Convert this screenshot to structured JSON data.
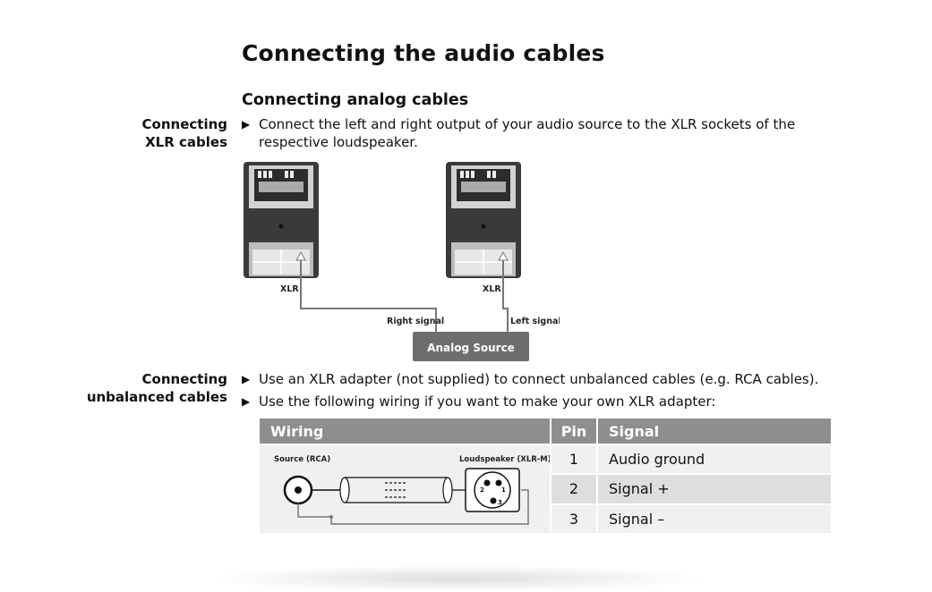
{
  "title": "Connecting the audio cables",
  "subtitle": "Connecting analog cables",
  "sections": {
    "xlr": {
      "side_line1": "Connecting",
      "side_line2": "XLR cables",
      "bullet": "Connect the left and right output of your audio source to the XLR sockets of the respective loudspeaker."
    },
    "unbalanced": {
      "side_line1": "Connecting",
      "side_line2": "unbalanced cables",
      "bullet1": "Use an XLR adapter (not supplied) to connect unbalanced cables (e.g. RCA cables).",
      "bullet2": "Use the following wiring if you want to make your own XLR adapter:"
    }
  },
  "bullet_glyph": "▶",
  "diagram": {
    "xlr_left": "XLR",
    "xlr_right": "XLR",
    "right_signal": "Right signal",
    "left_signal": "Left signal",
    "source": "Analog Source"
  },
  "table": {
    "headers": {
      "wiring": "Wiring",
      "pin": "Pin",
      "signal": "Signal"
    },
    "source_label": "Source (RCA)",
    "speaker_label": "Loudspeaker (XLR-M)",
    "pin_labels": [
      "1",
      "2",
      "3"
    ],
    "rows": [
      {
        "pin": "1",
        "signal": "Audio ground"
      },
      {
        "pin": "2",
        "signal": "Signal +"
      },
      {
        "pin": "3",
        "signal": "Signal –"
      }
    ]
  },
  "colors": {
    "header_bg": "#8e8e8e",
    "row_light": "#f0f0f0",
    "row_dark": "#dedede",
    "source_box": "#6e6e6e",
    "speaker": "#3a3a3a"
  }
}
